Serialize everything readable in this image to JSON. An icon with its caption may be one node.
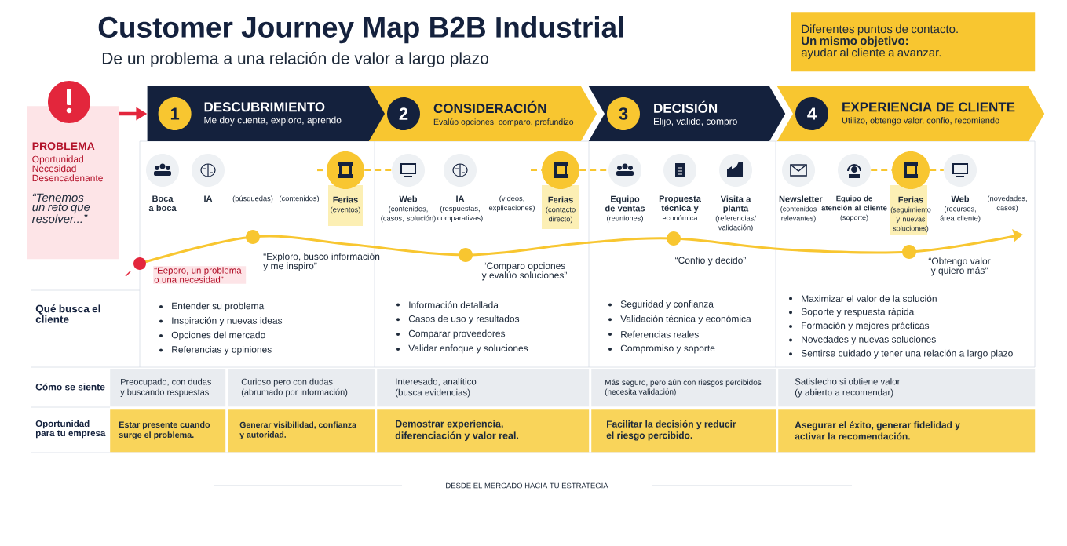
{
  "diagram": {
    "title": "Customer Journey Map B2B Industrial",
    "nodes": [
      {
        "text": [
          "Diferentes puntos de contacto.",
          "Un mismo objetivo:",
          "ayudar al cliente a avanzar."
        ]
      },
      {
        "text": [
          "PROBLEMA",
          "Oportunidad Necesidad Desencadenante",
          "“Tenemos un reto que resolver...”"
        ]
      },
      {
        "text": [
          "1",
          "DESCUBRIMIENTO",
          "Me doy cuenta, exploro, aprendo"
        ]
      },
      {
        "text": [
          "2",
          "CONSIDERACIÓN",
          "Evalúo opciones, comparo, profundizo"
        ]
      },
      {
        "text": [
          "3",
          "DECISIÓN",
          "Elijo, valido, compro"
        ]
      },
      {
        "text": [
          "4",
          "EXPERIENCIA DE CLIENTE",
          "Utilizo, obtengo valor, confio, recomiendo"
        ]
      },
      {
        "text": [
          "Boca a boca"
        ]
      },
      {
        "text": [
          "IA"
        ]
      },
      {
        "text": [
          "(búsquedas)"
        ]
      },
      {
        "text": [
          "(contenidos)"
        ]
      },
      {
        "text": [
          "Ferias",
          "(eventos)"
        ]
      },
      {
        "text": [
          "Web",
          "(contenidos, (casos, solución)"
        ]
      },
      {
        "text": [
          "IA",
          "(respuestas, comparativas)"
        ]
      },
      {
        "text": [
          "(videos, explicaciones)"
        ]
      },
      {
        "text": [
          "Ferias",
          "(contacto directo)"
        ]
      },
      {
        "text": [
          "Equipo de ventas",
          "(reuniones)"
        ]
      },
      {
        "text": [
          "Propuesta técnica y",
          "económica"
        ]
      },
      {
        "text": [
          "Visita a planta",
          "(referencias/ validación)"
        ]
      },
      {
        "text": [
          "Newsletter",
          "(contenidos relevantes)"
        ]
      },
      {
        "text": [
          "Equipo de atención al cliente",
          "(soporte)"
        ]
      },
      {
        "text": [
          "Ferias",
          "(seguimiento y nuevas soluciones)"
        ]
      },
      {
        "text": [
          "Web",
          "(recursos, área cliente)"
        ]
      },
      {
        "text": [
          "(novedades, casos)"
        ]
      }
    ],
    "edges": [
      {
        "from": 1,
        "to": 2,
        "arrow": "to",
        "style": "thick",
        "color": "#e3263c"
      },
      {
        "from": null,
        "to": 10,
        "arrow": "none",
        "style": "dashed"
      },
      {
        "from": 10,
        "to": 11,
        "arrow": "none",
        "style": "dashed"
      },
      {
        "from": null,
        "to": 14,
        "arrow": "none",
        "style": "dashed"
      },
      {
        "from": 14,
        "to": 15,
        "arrow": "none",
        "style": "dashed"
      },
      {
        "from": 19,
        "to": 20,
        "arrow": "none",
        "style": "dashed"
      },
      {
        "from": 20,
        "to": 21,
        "arrow": "none",
        "style": "dashed"
      }
    ],
    "labels": [
      "De un problema a una relación de valor a largo plazo",
      "“Eeporo, un problema o una necesidad”",
      "“Exploro, busco información y me inspiro”",
      "“Comparo opciones y evalúo soluciones”",
      "“Confio y decido”",
      "“Obtengo valor y quiero más”",
      "Qué busca el cliente",
      "Entender su problema",
      "Inspiración y nuevas ideas",
      "Opciones del mercado",
      "Referencias y opiniones",
      "Información detallada",
      "Casos de uso y resultados",
      "Comparar proveedores",
      "Validar enfoque y soluciones",
      "Seguridad y confianza",
      "Validación técnica y económica",
      "Referencias reales",
      "Compromiso y soporte",
      "Maximizar el valor de la solución",
      "Soporte y respuesta rápida",
      "Formación y mejores prácticas",
      "Novedades y nuevas soluciones",
      "Sentirse cuidado y tener una relación a largo plazo",
      "Cómo se siente",
      "Preocupado, con dudas y buscando respuestas",
      "Curioso pero con dudas (abrumado por información)",
      "Interesado, analítico (busca evidencias)",
      "Más seguro, pero aún con riesgos percibidos (necesita validación)",
      "Satisfecho si obtiene valor (y abierto a recomendar)",
      "Oportunidad para tu empresa",
      "Estar presente cuando surge el problema.",
      "Generar visibilidad, confianza y autoridad.",
      "Demostrar experiencia, diferenciación y valor real.",
      "Facilitar la decisión y reducir el riesgo percibido.",
      "Asegurar el éxito, generar fidelidad y activar la recomendación.",
      "DESDE EL MERCADO HACIA TU ESTRATEGIA"
    ]
  }
}
